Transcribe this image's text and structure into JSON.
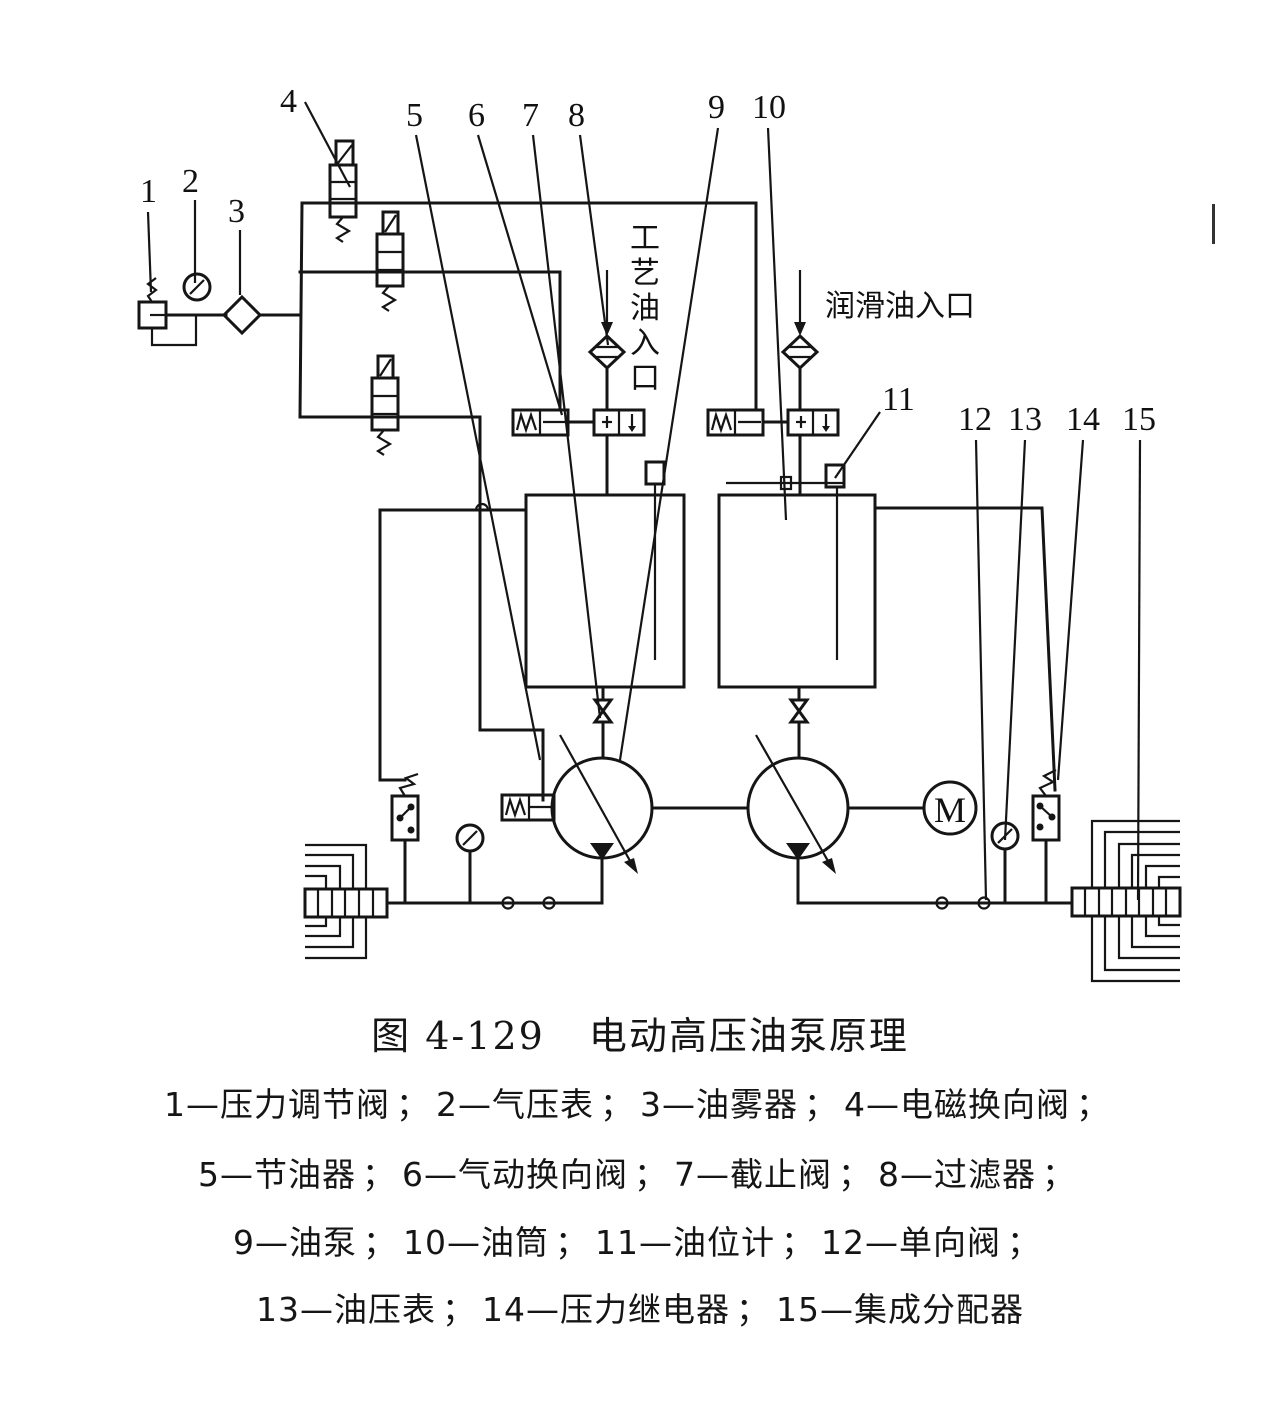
{
  "figure": {
    "number": "图 4-129",
    "title": "电动高压油泵原理"
  },
  "diagram": {
    "callouts": [
      "1",
      "2",
      "3",
      "4",
      "5",
      "6",
      "7",
      "8",
      "9",
      "10",
      "11",
      "12",
      "13",
      "14",
      "15"
    ],
    "process_oil_inlet_label": [
      "工",
      "艺",
      "油",
      "入",
      "口"
    ],
    "lube_oil_inlet_label": "润滑油入口",
    "motor_symbol": "M"
  },
  "legend": {
    "separator": "；",
    "lines": [
      [
        {
          "num": "1",
          "name": "压力调节阀"
        },
        {
          "num": "2",
          "name": "气压表"
        },
        {
          "num": "3",
          "name": "油雾器"
        },
        {
          "num": "4",
          "name": "电磁换向阀"
        }
      ],
      [
        {
          "num": "5",
          "name": "节油器"
        },
        {
          "num": "6",
          "name": "气动换向阀"
        },
        {
          "num": "7",
          "name": "截止阀"
        },
        {
          "num": "8",
          "name": "过滤器"
        }
      ],
      [
        {
          "num": "9",
          "name": "油泵"
        },
        {
          "num": "10",
          "name": "油筒"
        },
        {
          "num": "11",
          "name": "油位计"
        },
        {
          "num": "12",
          "name": "单向阀"
        }
      ],
      [
        {
          "num": "13",
          "name": "油压表"
        },
        {
          "num": "14",
          "name": "压力继电器"
        },
        {
          "num": "15",
          "name": "集成分配器"
        }
      ]
    ]
  }
}
